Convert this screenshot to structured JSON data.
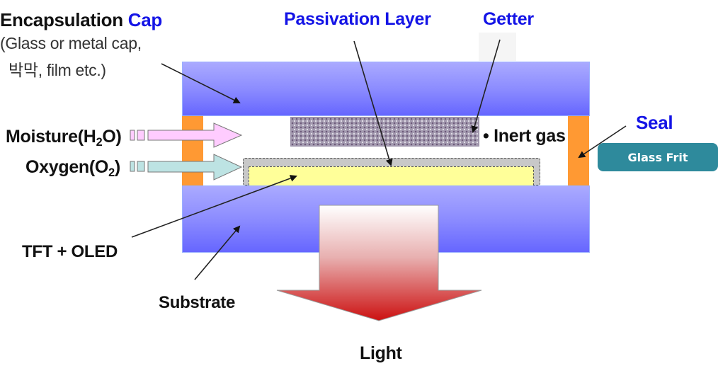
{
  "labels": {
    "encapsulation_prefix": "Encapsulation",
    "encapsulation_accent": "Cap",
    "encapsulation_desc_line1": "(Glass or metal cap,",
    "encapsulation_desc_line2": "박막, film etc.)",
    "passivation_layer": "Passivation Layer",
    "getter": "Getter",
    "seal": "Seal",
    "inert_gas": "• Inert gas",
    "moisture_main": "Moisture(H",
    "moisture_sub": "2",
    "moisture_end": "O)",
    "oxygen_main": "Oxygen(O",
    "oxygen_sub": "2",
    "oxygen_end": ")",
    "tft_oled": "TFT + OLED",
    "substrate": "Substrate",
    "light": "Light"
  },
  "button": {
    "glass_frit": "Glass Frit"
  },
  "colors": {
    "accent_blue": "#1414e6",
    "cap_blue": "#8c8cff",
    "seal_orange": "#ff9933",
    "oled_yellow": "#ffff99",
    "passivation_gray": "#c8c8c8",
    "moisture_pink": "#ffccff",
    "oxygen_cyan": "#bde3e3",
    "light_red": "#cc1111",
    "button_teal": "#2e8a9c"
  }
}
